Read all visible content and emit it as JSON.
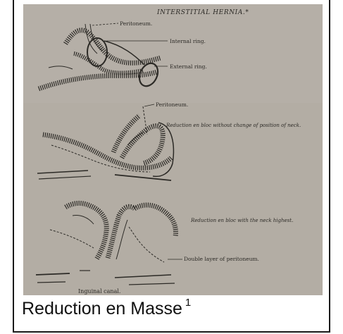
{
  "plate": {
    "title": "INTERSTITIAL HERNIA.*",
    "figure1": {
      "labels": [
        "Peritoneum.",
        "Internal ring.",
        "External ring."
      ]
    },
    "figure2": {
      "labels": [
        "Peritoneum."
      ],
      "description": "Reduction en bloc without change of position of neck."
    },
    "figure3": {
      "description": "Reduction en bloc with the neck highest.",
      "labels": [
        "Double layer of peritoneum.",
        "Inguinal canal."
      ]
    }
  },
  "caption": {
    "text": "Reduction en Masse",
    "footnote": "1"
  },
  "colors": {
    "paper": "#b3ada4",
    "ink": "#2c2a26"
  }
}
